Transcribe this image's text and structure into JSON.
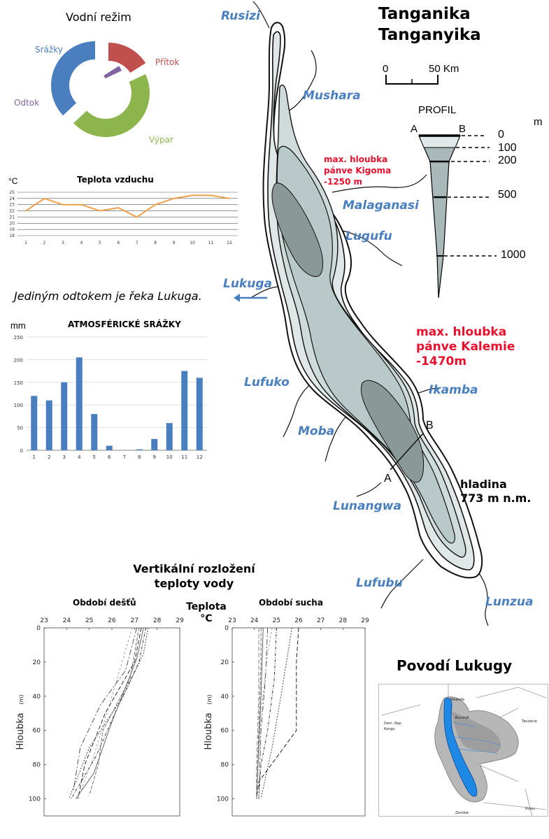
{
  "title": {
    "line1": "Tanganika",
    "line2": "Tanganyika"
  },
  "scale": {
    "zero": "0",
    "end": "50 Km"
  },
  "profile": {
    "title": "PROFIL",
    "unit": "m",
    "a": "A",
    "b": "B",
    "depths": [
      "0",
      "100",
      "200",
      "500",
      "1000"
    ]
  },
  "rivers": {
    "rusizi": "Rusizi",
    "mushara": "Mushara",
    "malaganasi": "Malaganasi",
    "lugufu": "Lugufu",
    "lukuga": "Lukuga",
    "lufuko": "Lufuko",
    "ikamba": "Ikamba",
    "moba": "Moba",
    "lunangwa": "Lunangwa",
    "lufubu": "Lufubu",
    "lunzua": "Lunzua"
  },
  "kigoma": {
    "line1": "max. hloubka",
    "line2": "pánve Kigoma",
    "line3": "-1250 m"
  },
  "kalemie": {
    "line1": "max. hloubka",
    "line2": "pánve Kalemie",
    "line3": "-1470m"
  },
  "section": {
    "a": "A",
    "b": "B"
  },
  "level": {
    "line1": "hladina",
    "line2": "773 m n.m."
  },
  "outflow_note": "Jediným odtokem je řeka Lukuga.",
  "water_regime": {
    "title": "Vodní režim",
    "labels": {
      "precip": "Srážky",
      "inflow": "Přítok",
      "outflow": "Odtok",
      "evap": "Výpar"
    },
    "colors": {
      "precip": "#4a7fbf",
      "inflow": "#c0504d",
      "outflow": "#8064a2",
      "evap": "#8db54d"
    }
  },
  "air_temp": {
    "title": "Teplota vzduchu",
    "unit": "°C",
    "y_ticks": [
      "18",
      "19",
      "20",
      "21",
      "22",
      "23",
      "24",
      "25"
    ]
  },
  "precip": {
    "title": "ATMOSFÉRICKÉ SRÁŽKY",
    "unit": "mm",
    "y_ticks": [
      "0",
      "50",
      "100",
      "150",
      "200",
      "250"
    ]
  },
  "water_temp": {
    "title_line1": "Vertikální rozložení",
    "title_line2": "teploty vody",
    "teplota": "Teplota",
    "celsius": "°C",
    "rainy": "Období dešťů",
    "dry": "Období sucha",
    "ylabel": "Hloubka",
    "yunit": "(m)",
    "x_ticks": [
      "23",
      "24",
      "25",
      "26",
      "27",
      "28",
      "29"
    ],
    "y_ticks": [
      "0",
      "20",
      "40",
      "60",
      "80",
      "100"
    ]
  },
  "basin": {
    "title": "Povodí Lukugy",
    "labels": {
      "rwanda": "Rwanda",
      "burundi": "Burundi",
      "tanzania": "Tanzanie",
      "congo1": "Dem. Rep.",
      "congo2": "Kongo",
      "zambia": "Zambie",
      "malawi": "Malawi"
    }
  },
  "chart_data": [
    {
      "type": "pie",
      "title": "Vodní režim",
      "categories": [
        "Srážky",
        "Přítok",
        "Odtok",
        "Výpar"
      ],
      "values": [
        37,
        16,
        2,
        45
      ]
    },
    {
      "type": "line",
      "title": "Teplota vzduchu",
      "ylabel": "°C",
      "x": [
        1,
        2,
        3,
        4,
        5,
        6,
        7,
        8,
        9,
        10,
        11,
        12
      ],
      "values": [
        22,
        24,
        23,
        23,
        22,
        22.5,
        21,
        23,
        24,
        24.5,
        24.5,
        24
      ],
      "ylim": [
        18,
        25
      ]
    },
    {
      "type": "bar",
      "title": "ATMOSFÉRICKÉ SRÁŽKY",
      "ylabel": "mm",
      "categories": [
        "1",
        "2",
        "3",
        "4",
        "5",
        "6",
        "7",
        "8",
        "9",
        "10",
        "11",
        "12"
      ],
      "values": [
        120,
        110,
        150,
        205,
        80,
        10,
        0,
        2,
        25,
        60,
        175,
        160
      ],
      "ylim": [
        0,
        250
      ]
    },
    {
      "type": "line",
      "title": "Období dešťů",
      "xlabel": "Teplota °C",
      "ylabel": "Hloubka (m)",
      "xlim": [
        23,
        29
      ],
      "ylim": [
        0,
        110
      ],
      "series": [
        {
          "x": [
            27.3,
            27.0,
            25.7,
            24.8,
            24.5
          ],
          "y": [
            0,
            20,
            50,
            80,
            100
          ]
        },
        {
          "x": [
            27.5,
            27.2,
            26.2,
            25.3,
            24.2
          ],
          "y": [
            0,
            20,
            48,
            75,
            100
          ]
        },
        {
          "x": [
            27.6,
            27.4,
            26.5,
            25.0,
            24.1
          ],
          "y": [
            0,
            15,
            40,
            70,
            100
          ]
        },
        {
          "x": [
            27.1,
            26.6,
            25.5,
            24.6,
            24.3
          ],
          "y": [
            0,
            25,
            45,
            70,
            95
          ]
        },
        {
          "x": [
            27.4,
            27.1,
            26.0,
            25.2,
            24.4
          ],
          "y": [
            0,
            18,
            55,
            85,
            100
          ]
        },
        {
          "x": [
            27.2,
            26.8,
            25.6,
            25.4,
            25.0
          ],
          "y": [
            0,
            30,
            60,
            80,
            98
          ]
        },
        {
          "x": [
            26.9,
            26.0,
            25.2,
            24.5
          ],
          "y": [
            0,
            40,
            75,
            100
          ]
        }
      ]
    },
    {
      "type": "line",
      "title": "Období sucha",
      "xlabel": "Teplota °C",
      "ylabel": "Hloubka (m)",
      "xlim": [
        23,
        29
      ],
      "ylim": [
        0,
        110
      ],
      "series": [
        {
          "x": [
            26.0,
            25.9,
            25.9,
            24.2,
            24.1
          ],
          "y": [
            0,
            20,
            60,
            90,
            100
          ]
        },
        {
          "x": [
            25.0,
            24.9,
            24.6,
            24.3,
            24.2
          ],
          "y": [
            0,
            30,
            60,
            80,
            100
          ]
        },
        {
          "x": [
            25.7,
            25.2,
            24.8,
            24.3
          ],
          "y": [
            0,
            40,
            70,
            100
          ]
        },
        {
          "x": [
            24.6,
            24.5,
            24.3,
            24.2
          ],
          "y": [
            0,
            30,
            60,
            100
          ]
        },
        {
          "x": [
            24.4,
            24.3,
            24.2,
            24.1
          ],
          "y": [
            0,
            40,
            70,
            100
          ]
        },
        {
          "x": [
            24.3,
            24.3,
            24.2,
            24.1
          ],
          "y": [
            0,
            20,
            60,
            100
          ]
        },
        {
          "x": [
            24.8,
            24.6,
            24.3,
            24.2
          ],
          "y": [
            0,
            15,
            50,
            100
          ]
        },
        {
          "x": [
            24.2,
            24.2,
            24.1,
            24.1
          ],
          "y": [
            0,
            40,
            80,
            100
          ]
        }
      ]
    }
  ]
}
